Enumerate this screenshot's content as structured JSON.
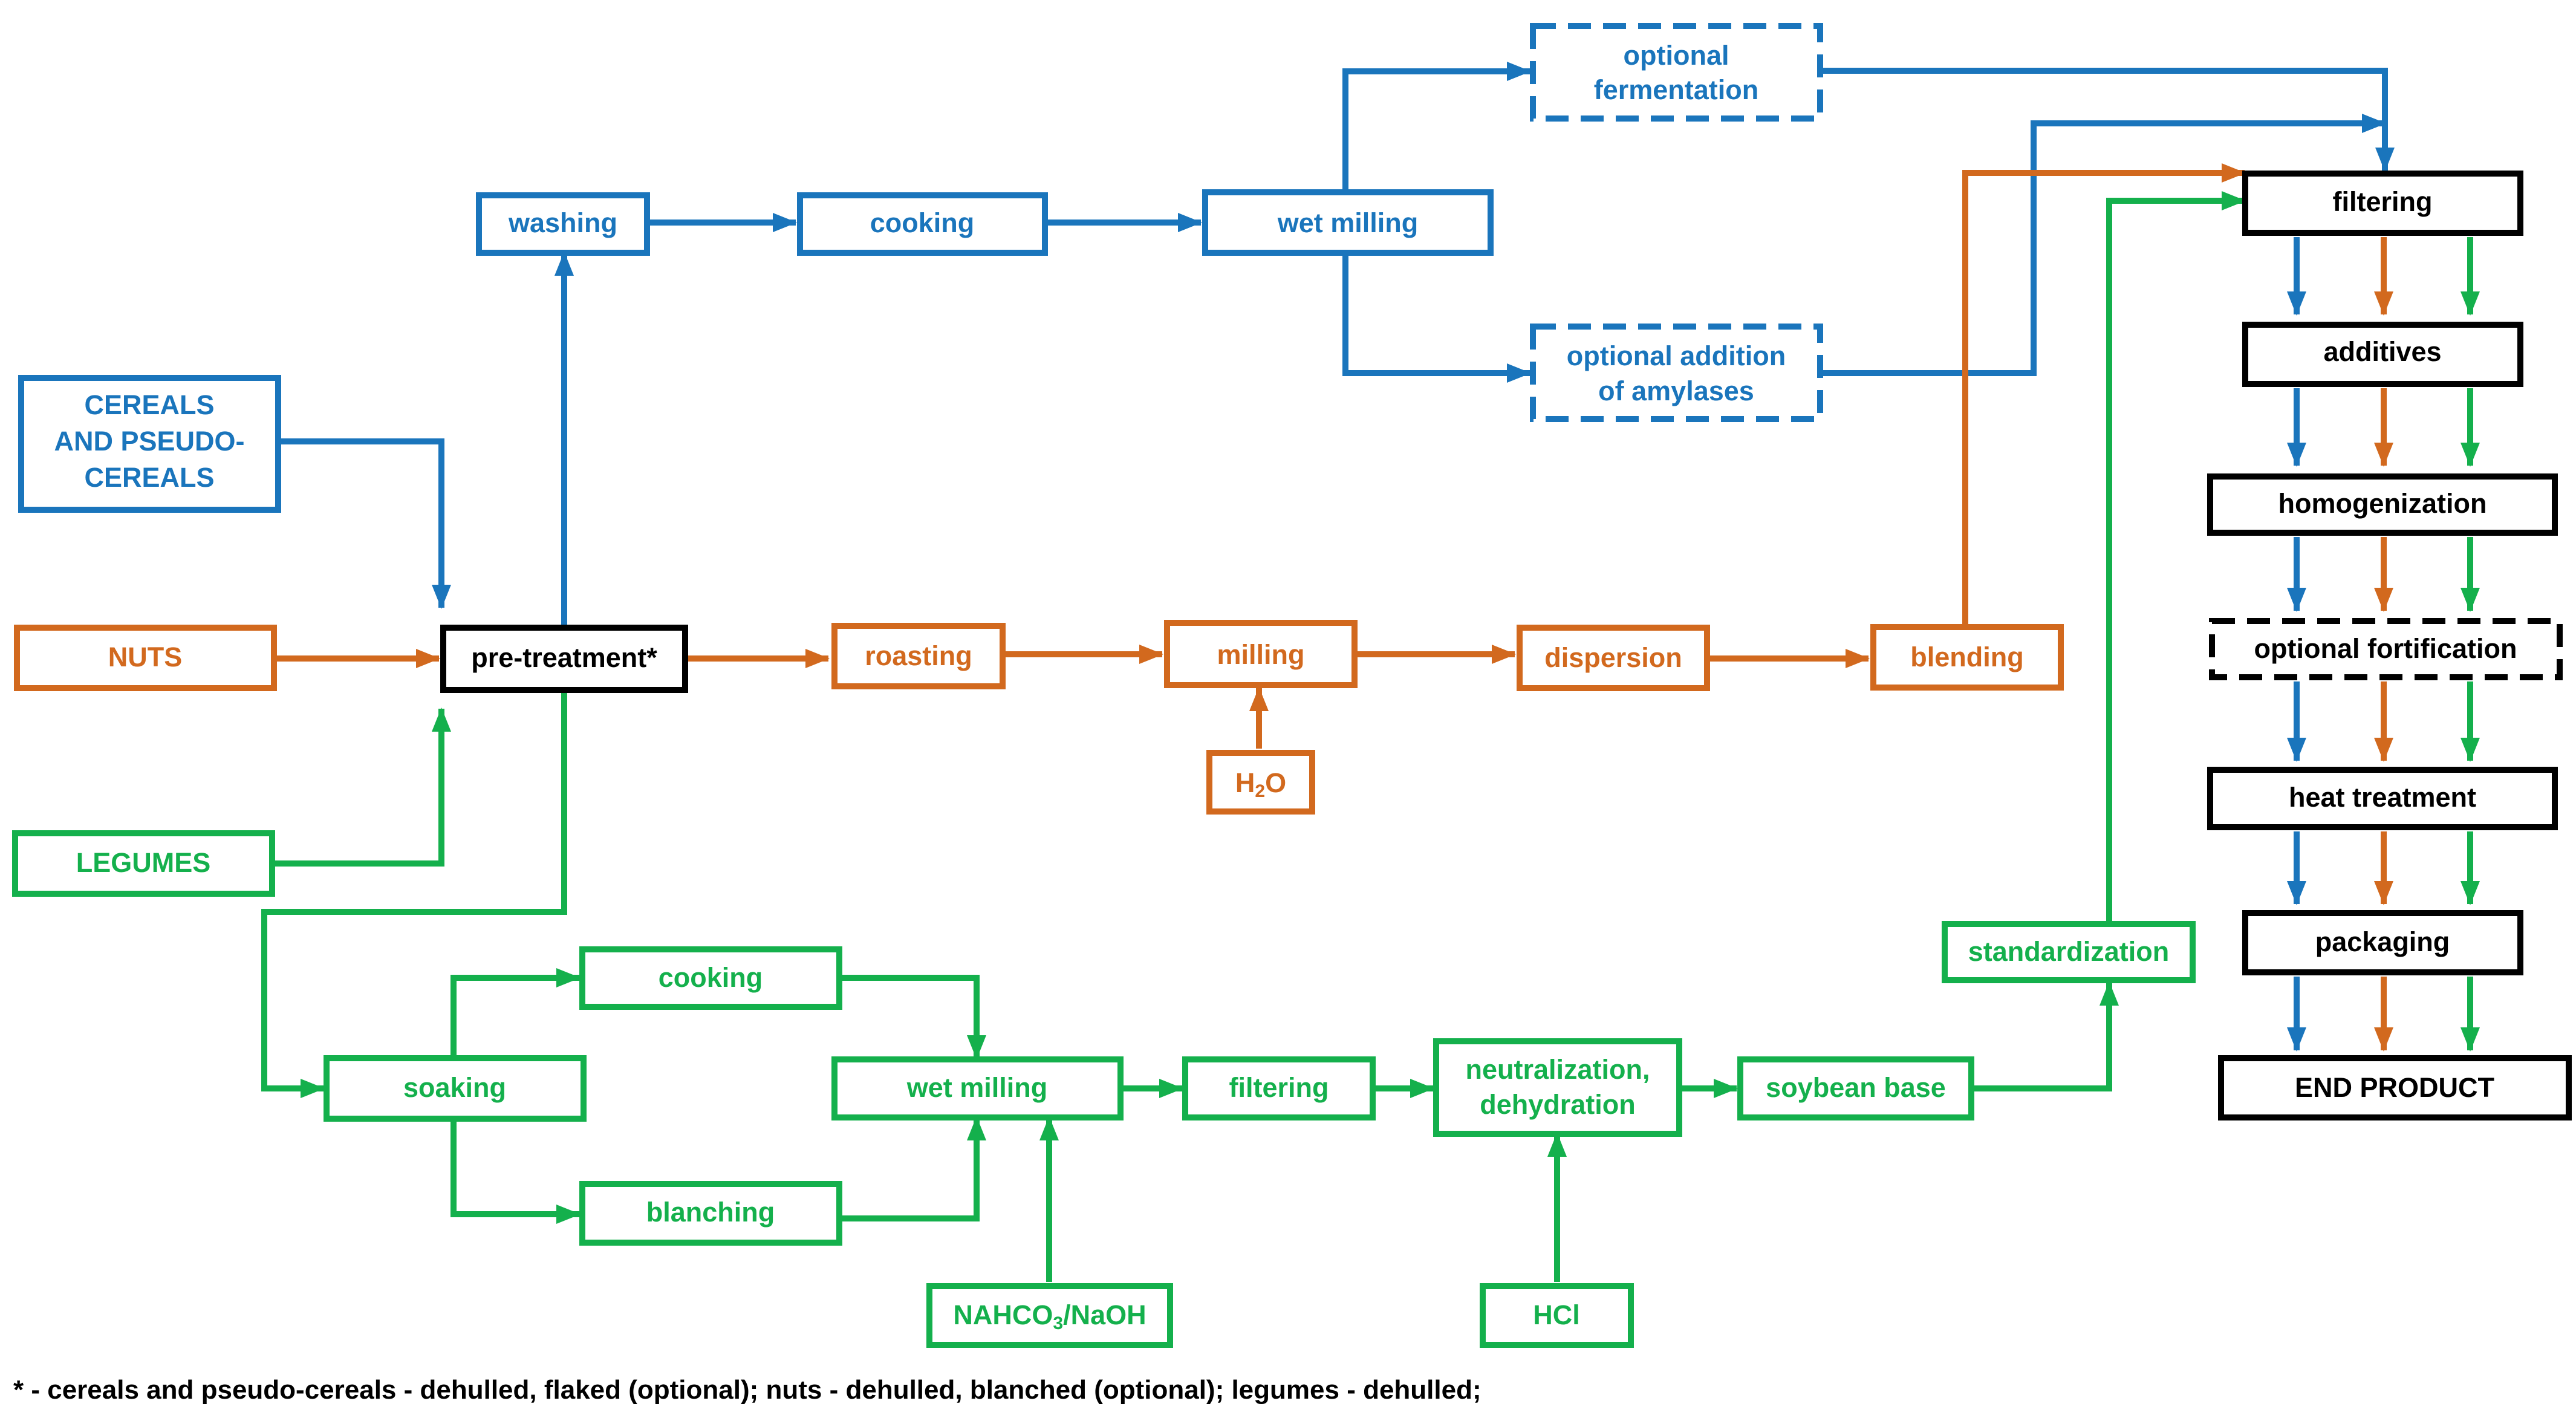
{
  "colors": {
    "cereals": "#1A75BC",
    "nuts": "#D2691E",
    "legumes": "#14B04C",
    "common": "#000000"
  },
  "inputs": {
    "cereals_line1": "CEREALS",
    "cereals_line2": "AND PSEUDO-",
    "cereals_line3": "CEREALS",
    "nuts": "NUTS",
    "legumes": "LEGUMES"
  },
  "pretreatment": "pre-treatment*",
  "cereals_path": {
    "washing": "washing",
    "cooking": "cooking",
    "wet_milling": "wet milling",
    "fermentation_line1": "optional",
    "fermentation_line2": "fermentation",
    "amylases_line1": "optional addition",
    "amylases_line2": "of amylases"
  },
  "nuts_path": {
    "roasting": "roasting",
    "milling": "milling",
    "water_main": "H",
    "water_sub": "2",
    "water_end": "O",
    "dispersion": "dispersion",
    "blending": "blending"
  },
  "legumes_path": {
    "soaking": "soaking",
    "cooking": "cooking",
    "blanching": "blanching",
    "wet_milling": "wet milling",
    "nahco3_a": "NAHCO",
    "nahco3_sub": "3",
    "nahco3_b": "/NaOH",
    "filtering": "filtering",
    "neutralization_line1": "neutralization,",
    "neutralization_line2": "dehydration",
    "hcl": "HCl",
    "soybean_base": "soybean base",
    "standardization": "standardization"
  },
  "final_steps": {
    "filtering": "filtering",
    "additives": "additives",
    "homogenization": "homogenization",
    "fortification": "optional fortification",
    "heat_treatment": "heat treatment",
    "packaging": "packaging",
    "end_product": "END PRODUCT"
  },
  "footnote": "* - cereals and pseudo-cereals - dehulled, flaked (optional); nuts - dehulled, blanched (optional); legumes - dehulled;"
}
